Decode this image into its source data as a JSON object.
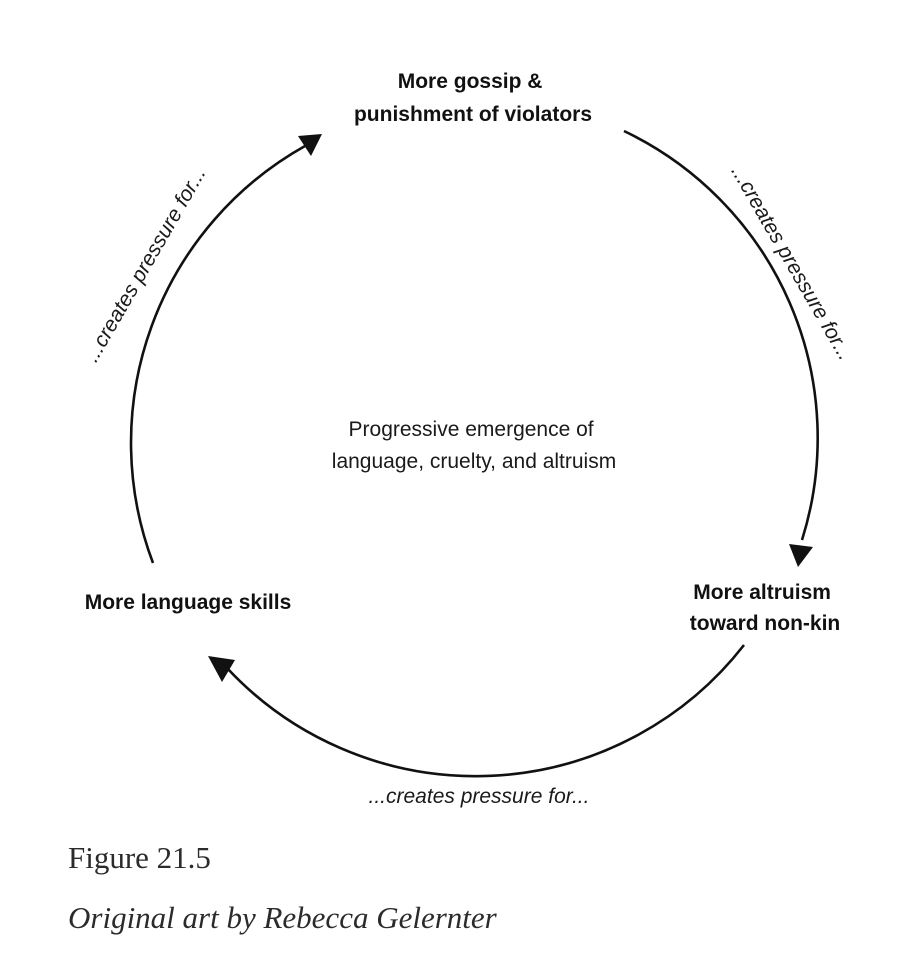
{
  "diagram": {
    "center_text": [
      "Progressive emergence of",
      "language, cruelty, and altruism"
    ],
    "nodes": {
      "top": [
        "More gossip &",
        "punishment of violators"
      ],
      "right": [
        "More altruism",
        "toward non-kin"
      ],
      "left": [
        "More language skills"
      ]
    },
    "edges": {
      "top_to_right": "...creates pressure for...",
      "right_to_left": "...creates pressure for...",
      "left_to_top": "...creates pressure for..."
    }
  },
  "caption": {
    "figure_number": "Figure 21.5",
    "credit": "Original art by Rebecca Gelernter"
  }
}
